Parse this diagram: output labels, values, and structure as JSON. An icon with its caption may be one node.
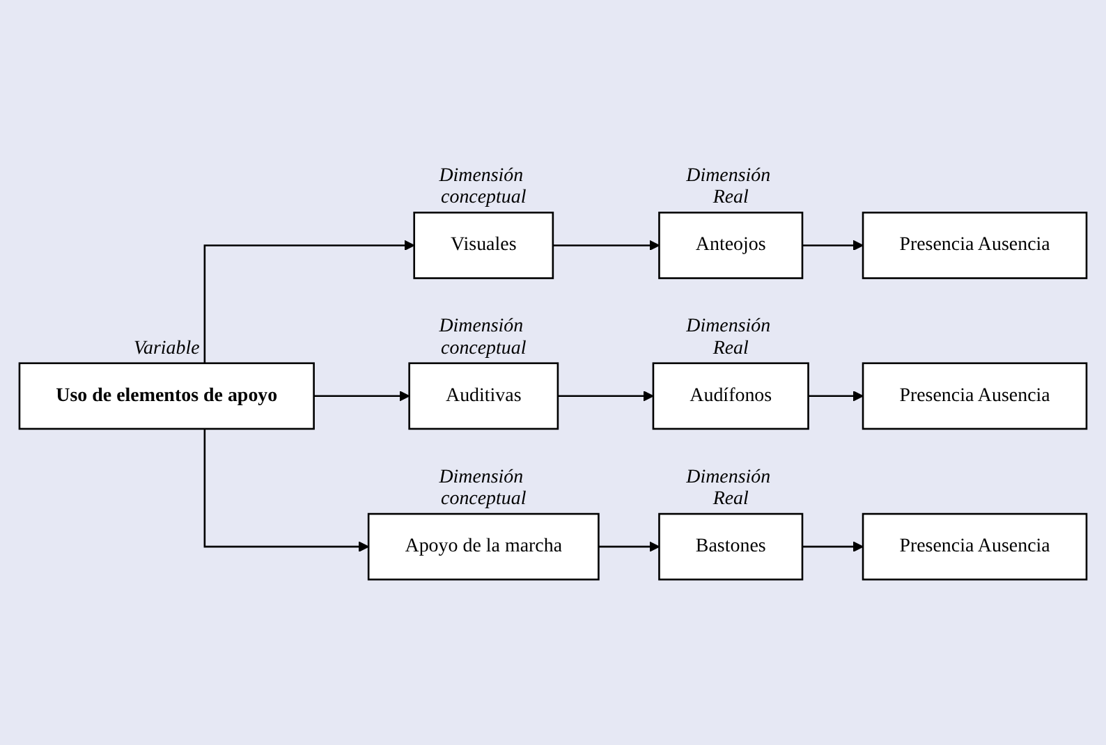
{
  "diagram": {
    "nodes": [
      {
        "text": [
          "Uso de elementos de apoyo"
        ],
        "beside": [
          "Variable"
        ]
      },
      {
        "text": [
          "Visuales"
        ],
        "beside": [
          "Dimensión conceptual"
        ]
      },
      {
        "text": [
          "Anteojos"
        ],
        "beside": [
          "Dimensión Real"
        ]
      },
      {
        "text": [
          "Presencia Ausencia"
        ]
      },
      {
        "text": [
          "Auditivas"
        ],
        "beside": [
          "Dimensión conceptual"
        ]
      },
      {
        "text": [
          "Audífonos"
        ],
        "beside": [
          "Dimensión Real"
        ]
      },
      {
        "text": [
          "Presencia Ausencia"
        ]
      },
      {
        "text": [
          "Apoyo de la marcha"
        ],
        "beside": [
          "Dimensión conceptual"
        ]
      },
      {
        "text": [
          "Bastones"
        ],
        "beside": [
          "Dimensión Real"
        ]
      },
      {
        "text": [
          "Presencia Ausencia"
        ]
      }
    ],
    "edges": [
      {
        "from": 0,
        "to": 1,
        "arrow": "to"
      },
      {
        "from": 1,
        "to": 2,
        "arrow": "to"
      },
      {
        "from": 2,
        "to": 3,
        "arrow": "to"
      },
      {
        "from": 0,
        "to": 4,
        "arrow": "to"
      },
      {
        "from": 4,
        "to": 5,
        "arrow": "to"
      },
      {
        "from": 5,
        "to": 6,
        "arrow": "to"
      },
      {
        "from": 0,
        "to": 7,
        "arrow": "to"
      },
      {
        "from": 7,
        "to": 8,
        "arrow": "to"
      },
      {
        "from": 8,
        "to": 9,
        "arrow": "to"
      }
    ]
  }
}
